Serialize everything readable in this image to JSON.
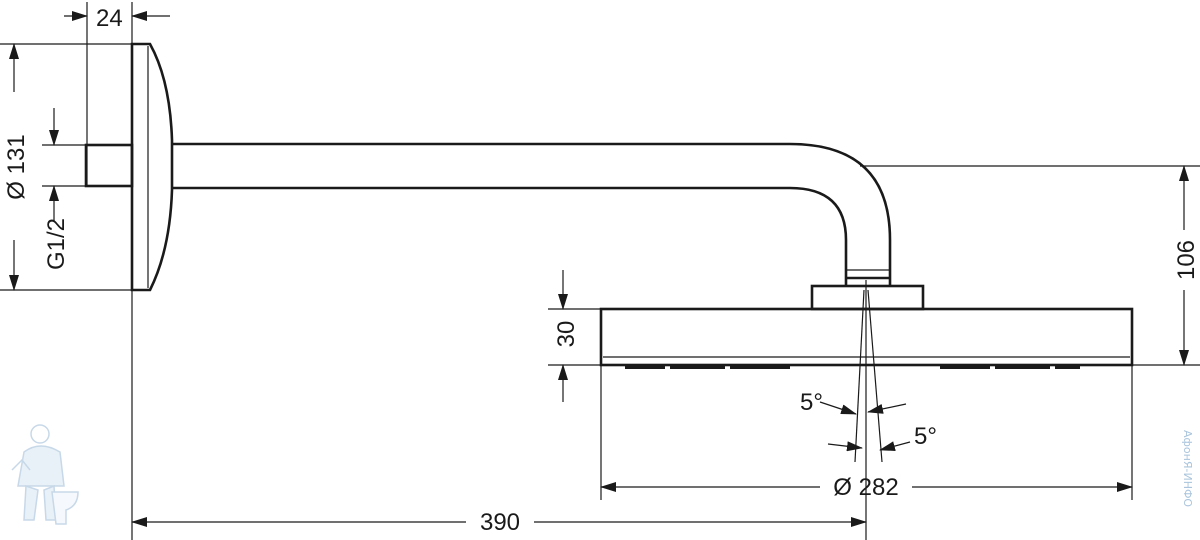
{
  "dimensions": {
    "flange_depth": "24",
    "flange_diameter": "Ø 131",
    "thread": "G1/2",
    "arm_drop": "106",
    "head_height": "30",
    "angle_left": "5°",
    "angle_right": "5°",
    "head_diameter": "Ø 282",
    "projection": "390"
  },
  "watermark": {
    "text": "АфонЯ-ИНФО"
  }
}
